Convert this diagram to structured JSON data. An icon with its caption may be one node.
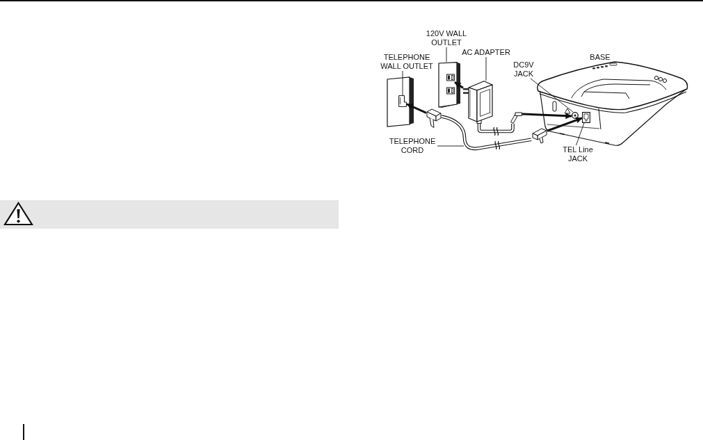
{
  "diagram": {
    "nodes": [
      {
        "text": [
          "120V WALL OUTLET"
        ]
      },
      {
        "text": [
          "AC ADAPTER"
        ]
      },
      {
        "text": [
          "TELEPHONE WALL OUTLET"
        ]
      },
      {
        "text": [
          "DC9V JACK"
        ]
      },
      {
        "text": [
          "TELEPHONE CORD"
        ]
      },
      {
        "text": [
          "TEL Line JACK"
        ]
      },
      {
        "text": [],
        "shape": "picture"
      },
      {
        "text": [],
        "shape": "box",
        "in": 6
      },
      {
        "text": [],
        "shape": "picture"
      },
      {
        "text": [],
        "shape": "picture"
      },
      {
        "text": [],
        "shape": "box",
        "in": 9
      },
      {
        "text": [],
        "shape": "picture"
      },
      {
        "text": [],
        "shape": "picture"
      },
      {
        "text": [],
        "shape": "picture"
      },
      {
        "text": [],
        "shape": "picture"
      },
      {
        "text": [],
        "shape": "circle",
        "in": 14
      },
      {
        "text": [],
        "shape": "box",
        "in": 14
      }
    ],
    "edges": [
      {
        "from": 0,
        "to": 6,
        "arrow": "none"
      },
      {
        "from": 1,
        "to": 8,
        "arrow": "none"
      },
      {
        "from": 2,
        "to": 10,
        "arrow": "none"
      },
      {
        "from": 3,
        "to": 15,
        "arrow": "none"
      },
      {
        "from": 4,
        "to": null,
        "arrow": "none"
      },
      {
        "from": 5,
        "to": 16,
        "arrow": "none"
      },
      {
        "from": 8,
        "to": 7,
        "arrow": "to",
        "style": "thick"
      },
      {
        "from": 11,
        "to": 10,
        "arrow": "to",
        "style": "thick"
      },
      {
        "from": 12,
        "to": 15,
        "arrow": "to",
        "style": "thick"
      },
      {
        "from": 13,
        "to": 16,
        "arrow": "to",
        "style": "thick"
      },
      {
        "from": 8,
        "to": 12,
        "arrow": "none",
        "style": "thick"
      },
      {
        "from": 11,
        "to": 13,
        "arrow": "none",
        "style": "thick"
      }
    ],
    "labels": [
      "BASE"
    ]
  }
}
